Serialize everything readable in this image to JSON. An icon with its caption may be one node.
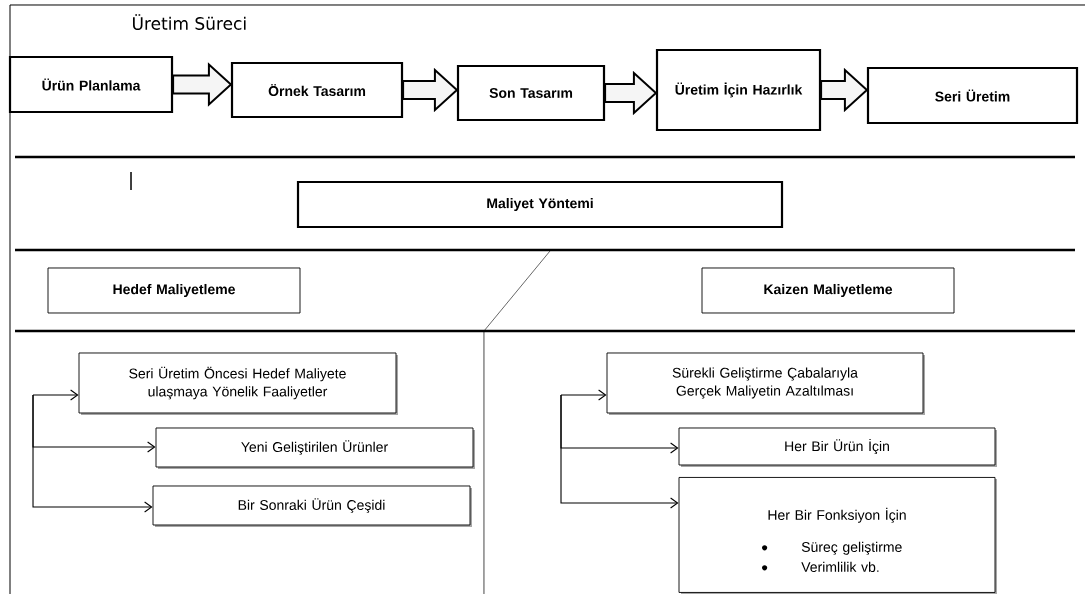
{
  "diagram": {
    "title": "Üretim Süreci",
    "nodes": [
      {
        "text": [
          "Ürün Planlama"
        ]
      },
      {
        "text": [
          "Örnek Tasarım"
        ]
      },
      {
        "text": [
          "Son Tasarım"
        ]
      },
      {
        "text": [
          "Üretim İçin Hazırlık"
        ]
      },
      {
        "text": [
          "Seri Üretim"
        ]
      },
      {
        "text": [
          "Maliyet Yöntemi"
        ]
      },
      {
        "text": [
          "Hedef Maliyetleme"
        ]
      },
      {
        "text": [
          "Kaizen Maliyetleme"
        ]
      },
      {
        "text": [
          "Seri Üretim Öncesi Hedef Maliyete ulaşmaya Yönelik Faaliyetler"
        ]
      },
      {
        "text": [
          "Yeni Geliştirilen Ürünler"
        ]
      },
      {
        "text": [
          "Bir Sonraki Ürün Çeşidi"
        ]
      },
      {
        "text": [
          "Sürekli Geliştirme Çabalarıyla Gerçek Maliyetin Azaltılması"
        ]
      },
      {
        "text": [
          "Her Bir Ürün İçin"
        ]
      },
      {
        "text": [
          "Her Bir Fonksiyon İçin",
          "Süreç geliştirme",
          "Verimlilik vb."
        ]
      }
    ],
    "edges": [
      {
        "from": 0,
        "to": 1,
        "arrow": "to",
        "style": "thick"
      },
      {
        "from": 1,
        "to": 2,
        "arrow": "to",
        "style": "thick"
      },
      {
        "from": 2,
        "to": 3,
        "arrow": "to",
        "style": "thick"
      },
      {
        "from": 3,
        "to": 4,
        "arrow": "to",
        "style": "thick"
      },
      {
        "from": null,
        "to": 8,
        "arrow": "to"
      },
      {
        "from": null,
        "to": 9,
        "arrow": "to"
      },
      {
        "from": null,
        "to": 10,
        "arrow": "to"
      },
      {
        "from": null,
        "to": 11,
        "arrow": "to"
      },
      {
        "from": null,
        "to": 12,
        "arrow": "to"
      },
      {
        "from": null,
        "to": 13,
        "arrow": "to"
      }
    ]
  }
}
